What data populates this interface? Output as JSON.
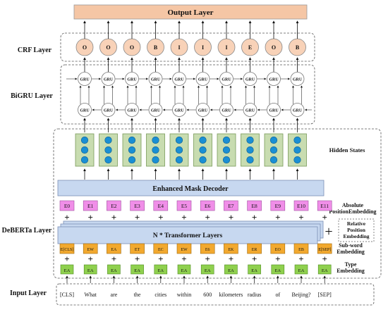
{
  "output_layer": {
    "label": "Output Layer"
  },
  "crf_layer": {
    "label": "CRF Layer",
    "tags": [
      "O",
      "O",
      "O",
      "B",
      "I",
      "I",
      "I",
      "E",
      "O",
      "B"
    ]
  },
  "bigru_layer": {
    "label": "BiGRU Layer",
    "cell_label": "GRU"
  },
  "hidden_states": {
    "label": "Hidden States"
  },
  "debert_layer": {
    "label": "DeBERTa Layer",
    "decoder_label": "Enhanced Mask Decoder",
    "transformer_label": "N * Transformer Layers",
    "absolute_position_label": [
      "Absolute",
      "PositionEmbedding"
    ],
    "relative_position_label": [
      "Relative",
      "Position",
      "Embedding"
    ],
    "subword_label": [
      "Sub-word",
      "Embedding"
    ],
    "type_label": [
      "Type",
      "Embedding"
    ],
    "position_tokens": [
      "E0",
      "E1",
      "E2",
      "E3",
      "E4",
      "E5",
      "E6",
      "E7",
      "E8",
      "E9",
      "E10",
      "E11"
    ],
    "subword_tokens": [
      "E[CLS]",
      "EW",
      "EA",
      "ET",
      "EC",
      "EW",
      "E6",
      "EK",
      "ER",
      "EO",
      "EB",
      "E[SEP]"
    ],
    "type_tokens": [
      "EA",
      "EA",
      "EA",
      "EA",
      "EA",
      "EA",
      "EA",
      "EA",
      "EA",
      "EA",
      "EA",
      "EA"
    ],
    "plus_symbol": "+"
  },
  "input_layer": {
    "label": "Input Layer",
    "tokens": [
      "[CLS]",
      "What",
      "are",
      "the",
      "cities",
      "within",
      "600",
      "kilometers",
      "radius",
      "of",
      "Beijing?",
      "[SEP]"
    ]
  },
  "colors": {
    "output_fill": "#f5c6a5",
    "crf_node_fill": "#f8d2b8",
    "hidden_fill": "#c8dcb0",
    "hidden_dot": "#1a8fd4",
    "decoder_fill": "#c7d8f0",
    "position_fill": "#f08ee8",
    "subword_fill": "#f2a92f",
    "type_fill": "#8fd04e"
  }
}
